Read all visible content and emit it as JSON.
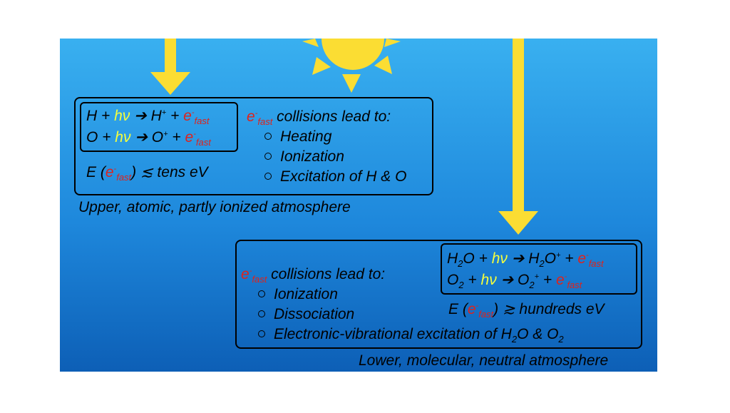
{
  "colors": {
    "sky_top": "#39b0f0",
    "sky_bottom": "#0d5fb6",
    "sun": "#fbdd33",
    "arrow": "#fbdd33",
    "photon": "#f5ff3c",
    "electron": "#e0221a"
  },
  "symbols": {
    "hv": "hν",
    "arrow": "➔",
    "e": "e",
    "minus": "-",
    "fast": "fast",
    "plus": "+",
    "two": "2"
  },
  "upper": {
    "reaction1": {
      "reactant": "H",
      "product": "H"
    },
    "reaction2": {
      "reactant": "O",
      "product": "O"
    },
    "energy": {
      "prefix": "E (",
      "suffix": ") ≲ tens eV"
    },
    "collisions_heading": "collisions lead to:",
    "items": [
      "Heating",
      "Ionization",
      "Excitation of H & O"
    ],
    "caption": "Upper, atomic, partly ionized atmosphere"
  },
  "lower": {
    "reaction1": {
      "reactant": "H",
      "reactant_tail": "O",
      "product": "H",
      "product_tail": "O"
    },
    "reaction2": {
      "reactant": "O",
      "product": "O"
    },
    "energy": {
      "prefix": "E (",
      "suffix": ") ≳ hundreds eV"
    },
    "collisions_heading": "collisions lead to:",
    "items": [
      "Ionization",
      "Dissociation",
      "Electronic-vibrational excitation of H"
    ],
    "items_tail": {
      "middle": "O & O"
    },
    "caption": "Lower, molecular, neutral atmosphere"
  }
}
